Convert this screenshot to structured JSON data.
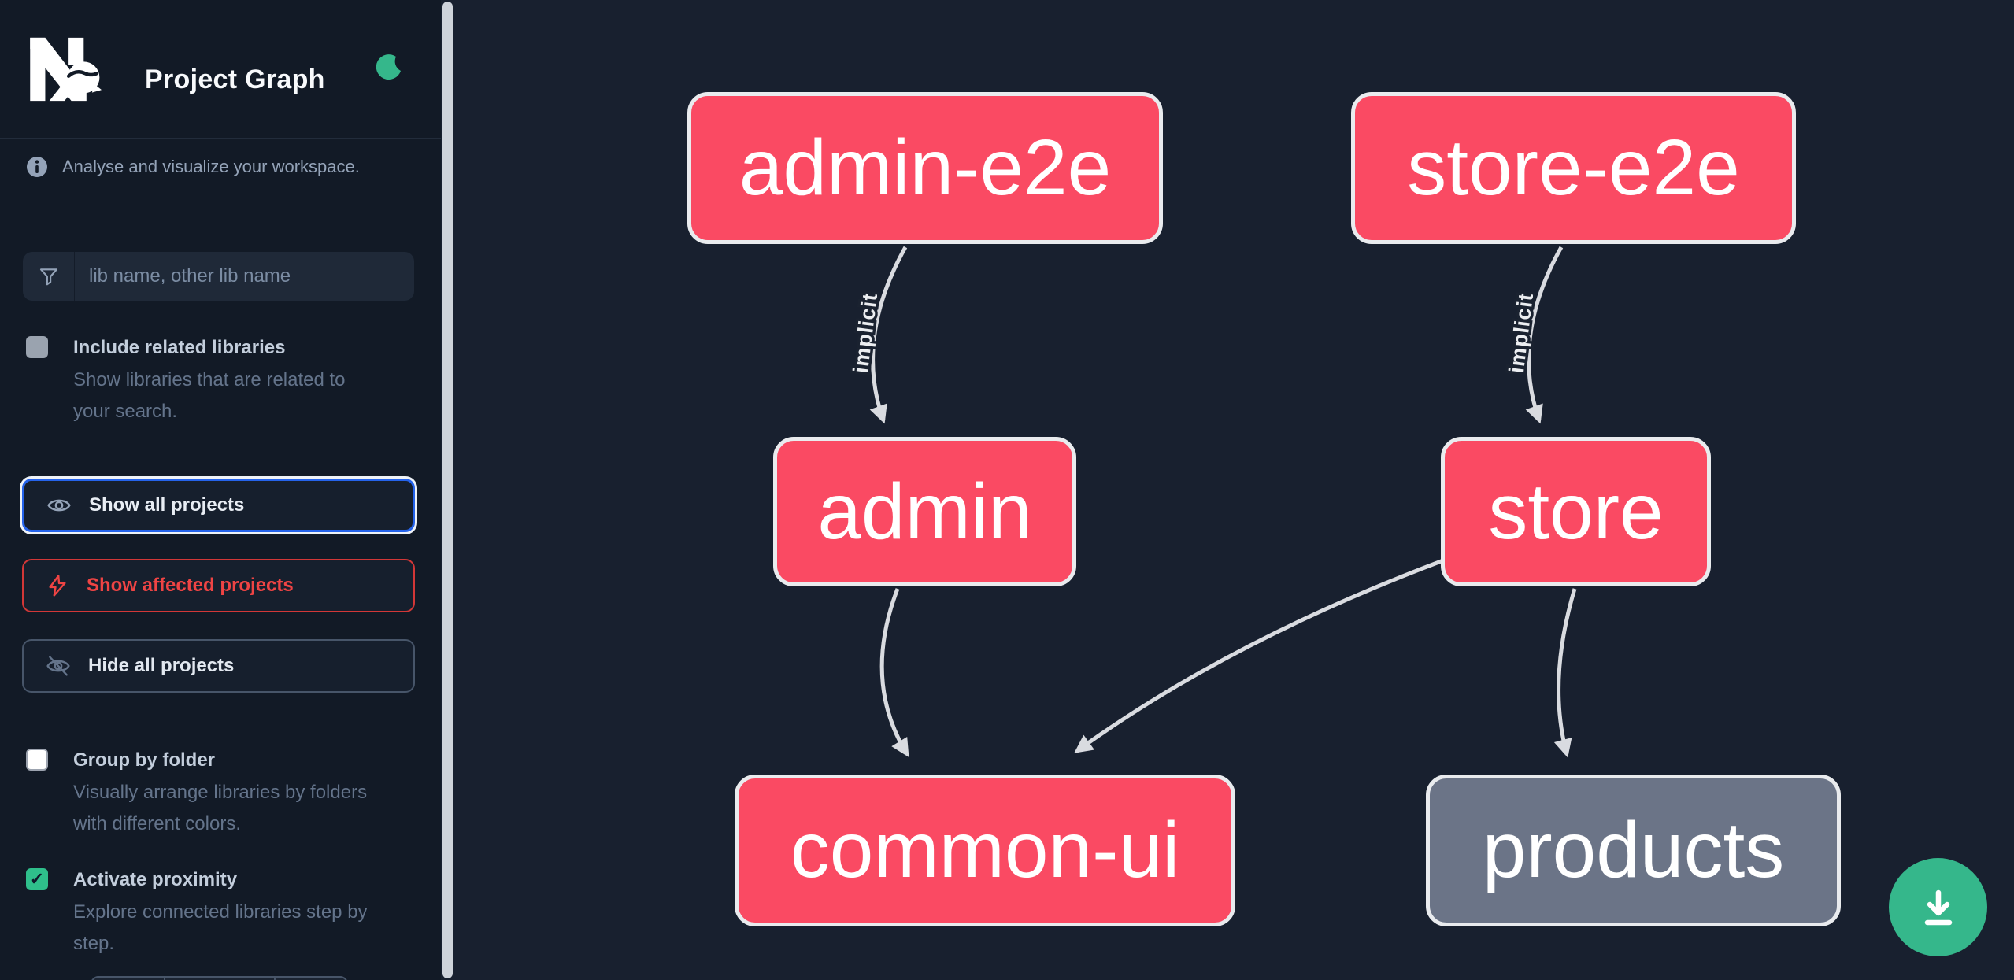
{
  "header": {
    "app_name": "Nx",
    "title": "Project Graph"
  },
  "sidebar": {
    "tagline": "Analyse and visualize your workspace.",
    "search": {
      "placeholder": "lib name, other lib name"
    },
    "options": [
      {
        "label": "Include related libraries",
        "description": "Show libraries that are related to your search.",
        "checked": false
      },
      {
        "label": "Group by folder",
        "description": "Visually arrange libraries by folders with different colors.",
        "checked": false
      },
      {
        "label": "Activate proximity",
        "description": "Explore connected libraries step by step.",
        "checked": true,
        "checkmark": "✓"
      }
    ],
    "actions": [
      {
        "label": "Show all projects"
      },
      {
        "label": "Show affected projects"
      },
      {
        "label": "Hide all projects"
      }
    ]
  },
  "graph": {
    "nodes": [
      {
        "id": "admin-e2e",
        "label": "admin-e2e",
        "state": "affected"
      },
      {
        "id": "store-e2e",
        "label": "store-e2e",
        "state": "affected"
      },
      {
        "id": "admin",
        "label": "admin",
        "state": "affected"
      },
      {
        "id": "store",
        "label": "store",
        "state": "affected"
      },
      {
        "id": "common-ui",
        "label": "common-ui",
        "state": "affected"
      },
      {
        "id": "products",
        "label": "products",
        "state": "muted"
      }
    ],
    "edges": [
      {
        "from": "admin-e2e",
        "to": "admin",
        "label": "implicit"
      },
      {
        "from": "store-e2e",
        "to": "store",
        "label": "implicit"
      },
      {
        "from": "admin",
        "to": "common-ui",
        "label": ""
      },
      {
        "from": "store",
        "to": "common-ui",
        "label": ""
      },
      {
        "from": "store",
        "to": "products",
        "label": ""
      }
    ]
  },
  "theme": {
    "sidebar_bg": "#121a26",
    "canvas_bg": "#18202f",
    "node_affected": "#fa4a63",
    "node_muted": "#6b7487",
    "node_border": "#e9ebee",
    "edge_color": "#d9dbe0",
    "accent_green": "#35b78b",
    "focus_blue": "#2563eb",
    "danger_red": "#ef4444"
  }
}
